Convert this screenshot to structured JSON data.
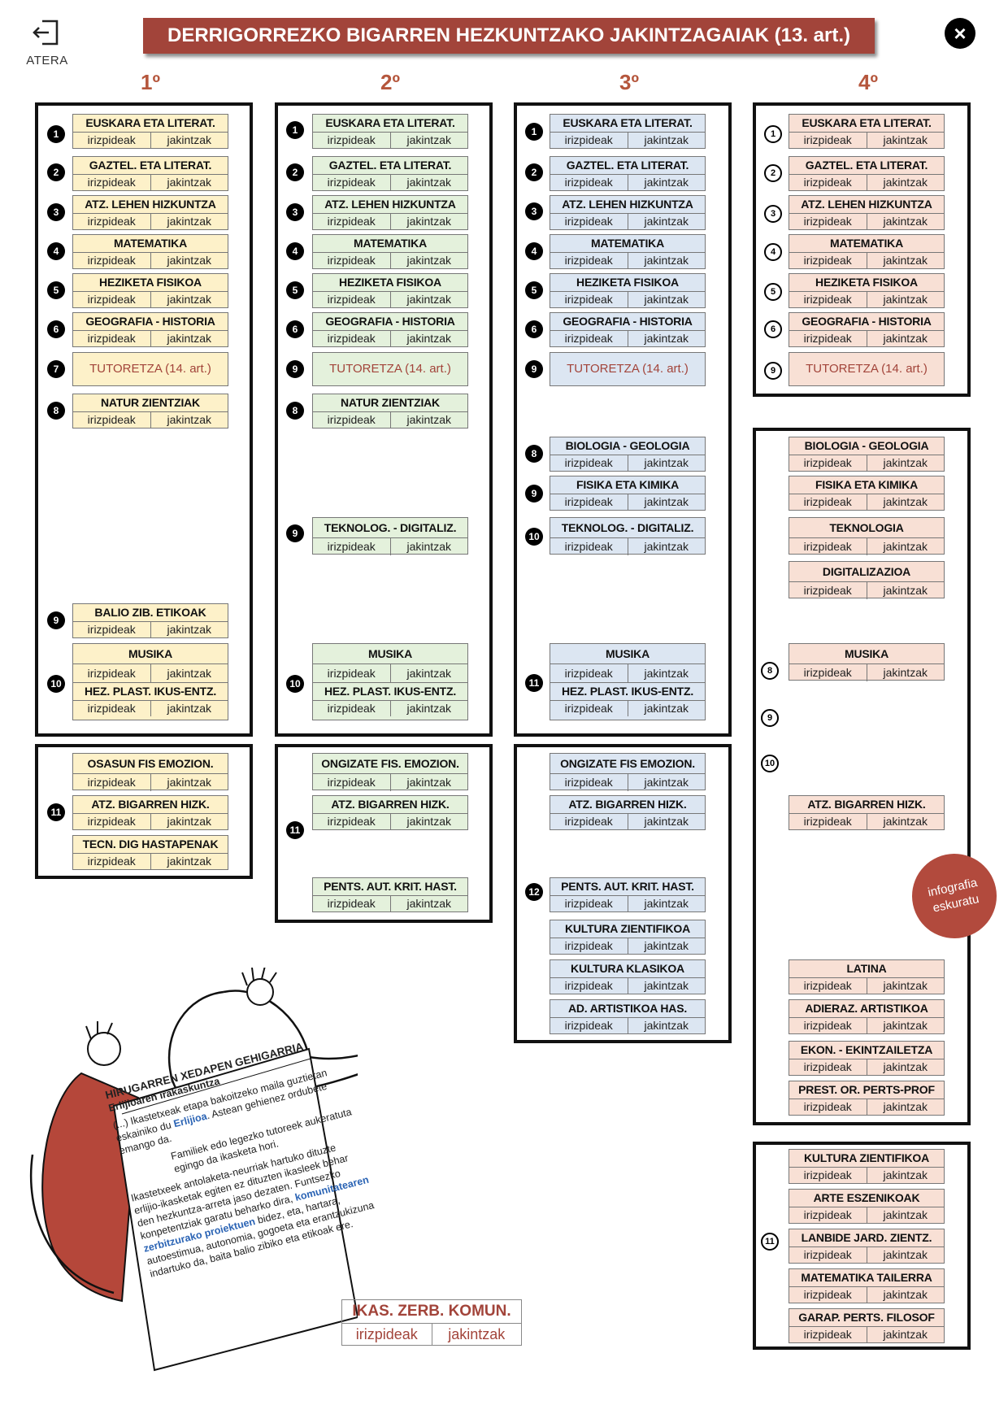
{
  "header": {
    "back_label": "ATERA",
    "title": "DERRIGORREZKO BIGARREN HEZKUNTZAKO JAKINTZAGAIAK (13. art.)",
    "close_symbol": "×"
  },
  "colors": {
    "title_bg": "#a2443a",
    "year_text": "#b5563c",
    "c1": "#fdf1c9",
    "c2": "#e4f1dc",
    "c3": "#dce6f2",
    "c4": "#f8e0d5",
    "infografia_bg": "#b24a3d"
  },
  "cell": {
    "left": "irizpideak",
    "right": "jakintzak"
  },
  "years": [
    "1º",
    "2º",
    "3º",
    "4º"
  ],
  "subjects": {
    "euskara": "EUSKARA ETA LITERAT.",
    "gaztel": "GAZTEL. ETA LITERAT.",
    "atz_lehen": "ATZ. LEHEN HIZKUNTZA",
    "matematika": "MATEMATIKA",
    "heziketa": "HEZIKETA FISIKOA",
    "geografia": "GEOGRAFIA - HISTORIA",
    "tutoretza": "TUTORETZA (14. art.)",
    "natur": "NATUR ZIENTZIAK",
    "balio": "BALIO ZIB. ETIKOAK",
    "musika": "MUSIKA",
    "hez_plast": "HEZ. PLAST. IKUS-ENTZ.",
    "teknolog": "TEKNOLOG. - DIGITALIZ.",
    "biologia": "BIOLOGIA - GEOLOGIA",
    "fisika": "FISIKA ETA  KIMIKA",
    "teknologia": "TEKNOLOGIA",
    "digitalizazioa": "DIGITALIZAZIOA",
    "osasun": "OSASUN FIS EMOZION.",
    "ongizate": "ONGIZATE FIS. EMOZION.",
    "ongizate3": "ONGIZATE FIS EMOZION.",
    "atz_bigarren": "ATZ. BIGARREN HIZK.",
    "tecn_dig": "TECN. DIG HASTAPENAK",
    "pents": "PENTS. AUT. KRIT. HAST.",
    "kultura_zien": "KULTURA ZIENTIFIKOA",
    "kultura_klas": "KULTURA KLASIKOA",
    "ad_artist": "AD. ARTISTIKOA HAS.",
    "latina": "LATINA",
    "adieraz": "ADIERAZ. ARTISTIKOA",
    "ekon": "EKON. - EKINTZAILETZA",
    "prest": "PREST. OR. PERTS-PROF",
    "arte": "ARTE ESZENIKOAK",
    "lanbide": "LANBIDE JARD. ZIENTZ.",
    "mat_tailerra": "MATEMATIKA TAILERRA",
    "garap": "GARAP. PERTS. FILOSOF"
  },
  "numbers": {
    "n1": "1",
    "n2": "2",
    "n3": "3",
    "n4": "4",
    "n5": "5",
    "n6": "6",
    "n7": "7",
    "n8": "8",
    "n9": "9",
    "n10": "10",
    "n11": "11",
    "n12": "12"
  },
  "infografia": {
    "line1": "infografia",
    "line2": "eskuratu"
  },
  "legend": {
    "title": "IKAS. ZERB. KOMUN.",
    "left": "irizpideak",
    "right": "jakintzak"
  },
  "paper": {
    "title": "HIRUGARREN XEDAPEN GEHIGARRIA",
    "subtitle": "Erlijioaren irakaskuntza",
    "p1a": "(...) Ikastetxeak etapa bakoitzeko maila guztietan eskainiko du ",
    "p1b": "Erlijioa",
    "p1c": ". Astean gehienez ordubete emango da.",
    "p2": "Familiek edo legezko tutoreek aukeratuta egingo da ikasketa hori.",
    "p3a": "Ikastetxeek antolaketa-neurriak hartuko dituzte erlijio-ikasketak egiten ez dituzten ikasleek behar den hezkuntza-arreta jaso dezaten. Funtsezko konpetentziak garatu beharko dira, ",
    "p3b": "komunitatearen zerbitzurako proiektuen",
    "p3c": " bidez, eta, hartara, autoestimua, autonomia, gogoeta eta erantzukizuna indartuko da, baita balio zibiko eta etikoak ere."
  }
}
